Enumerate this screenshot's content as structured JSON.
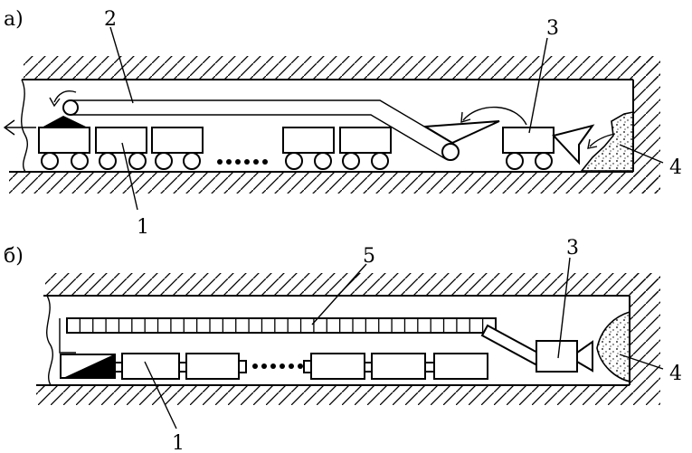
{
  "panel_a": {
    "panel_label": "а)",
    "callouts": {
      "c1": "1",
      "c2": "2",
      "c3": "3",
      "c4": "4"
    }
  },
  "panel_b": {
    "panel_label": "б)",
    "callouts": {
      "c1": "1",
      "c3": "3",
      "c4": "4",
      "c5": "5"
    }
  },
  "colors": {
    "ink": "#000000",
    "background": "#ffffff"
  }
}
